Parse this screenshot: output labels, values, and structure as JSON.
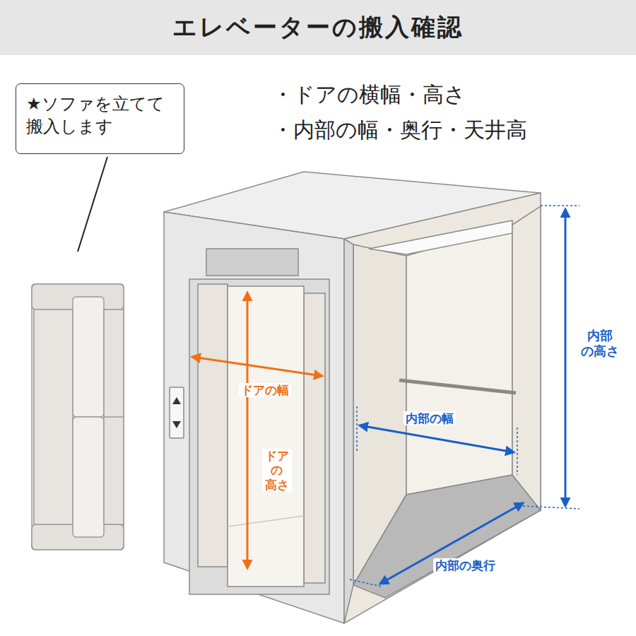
{
  "diagram": {
    "title": "エレベーターの搬入確認",
    "nodes": [
      {
        "text": [
          "★ソファを立てて 搬入します"
        ]
      }
    ],
    "labels": [
      "・ドアの横幅・高さ",
      "・内部の幅・奥行・天井高",
      "ドアの幅",
      "ドア の 高さ",
      "内部の幅",
      "内部 の高さ",
      "内部の奥行"
    ]
  }
}
